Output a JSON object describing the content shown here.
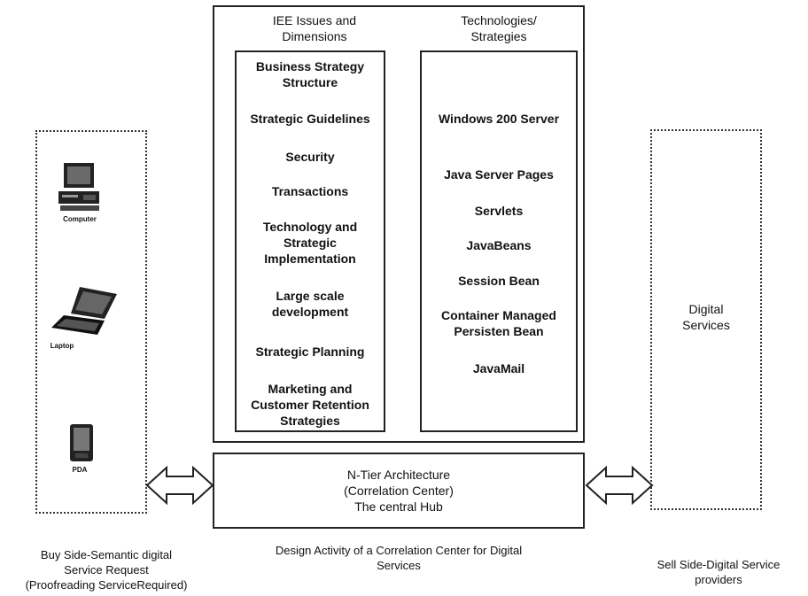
{
  "left_panel": {
    "devices": [
      {
        "label": "Computer",
        "icon": "desktop-computer-icon"
      },
      {
        "label": "Laptop",
        "icon": "laptop-icon"
      },
      {
        "label": "PDA",
        "icon": "pda-icon"
      }
    ]
  },
  "center": {
    "col1_header": "IEE Issues and\nDimensions",
    "col2_header": "Technologies/\nStrategies",
    "col1_items": [
      "Business Strategy\nStructure",
      "Strategic Guidelines",
      "Security",
      "Transactions",
      "Technology and\nStrategic\nImplementation",
      "Large scale\ndevelopment",
      "Strategic Planning",
      "Marketing and\nCustomer Retention\nStrategies"
    ],
    "col2_items": [
      "Windows 200 Server",
      "Java Server Pages",
      "Servlets",
      "JavaBeans",
      "Session Bean",
      "Container Managed\nPersisten Bean",
      "JavaMail"
    ],
    "hub": "N-Tier Architecture\n(Correlation Center)\nThe central Hub"
  },
  "right_panel": {
    "label": "Digital\nServices"
  },
  "captions": {
    "left": "Buy Side-Semantic digital\nService Request\n(Proofreading ServiceRequired)",
    "center": "Design Activity of a Correlation Center for Digital\nServices",
    "right": "Sell Side-Digital Service\nproviders"
  }
}
